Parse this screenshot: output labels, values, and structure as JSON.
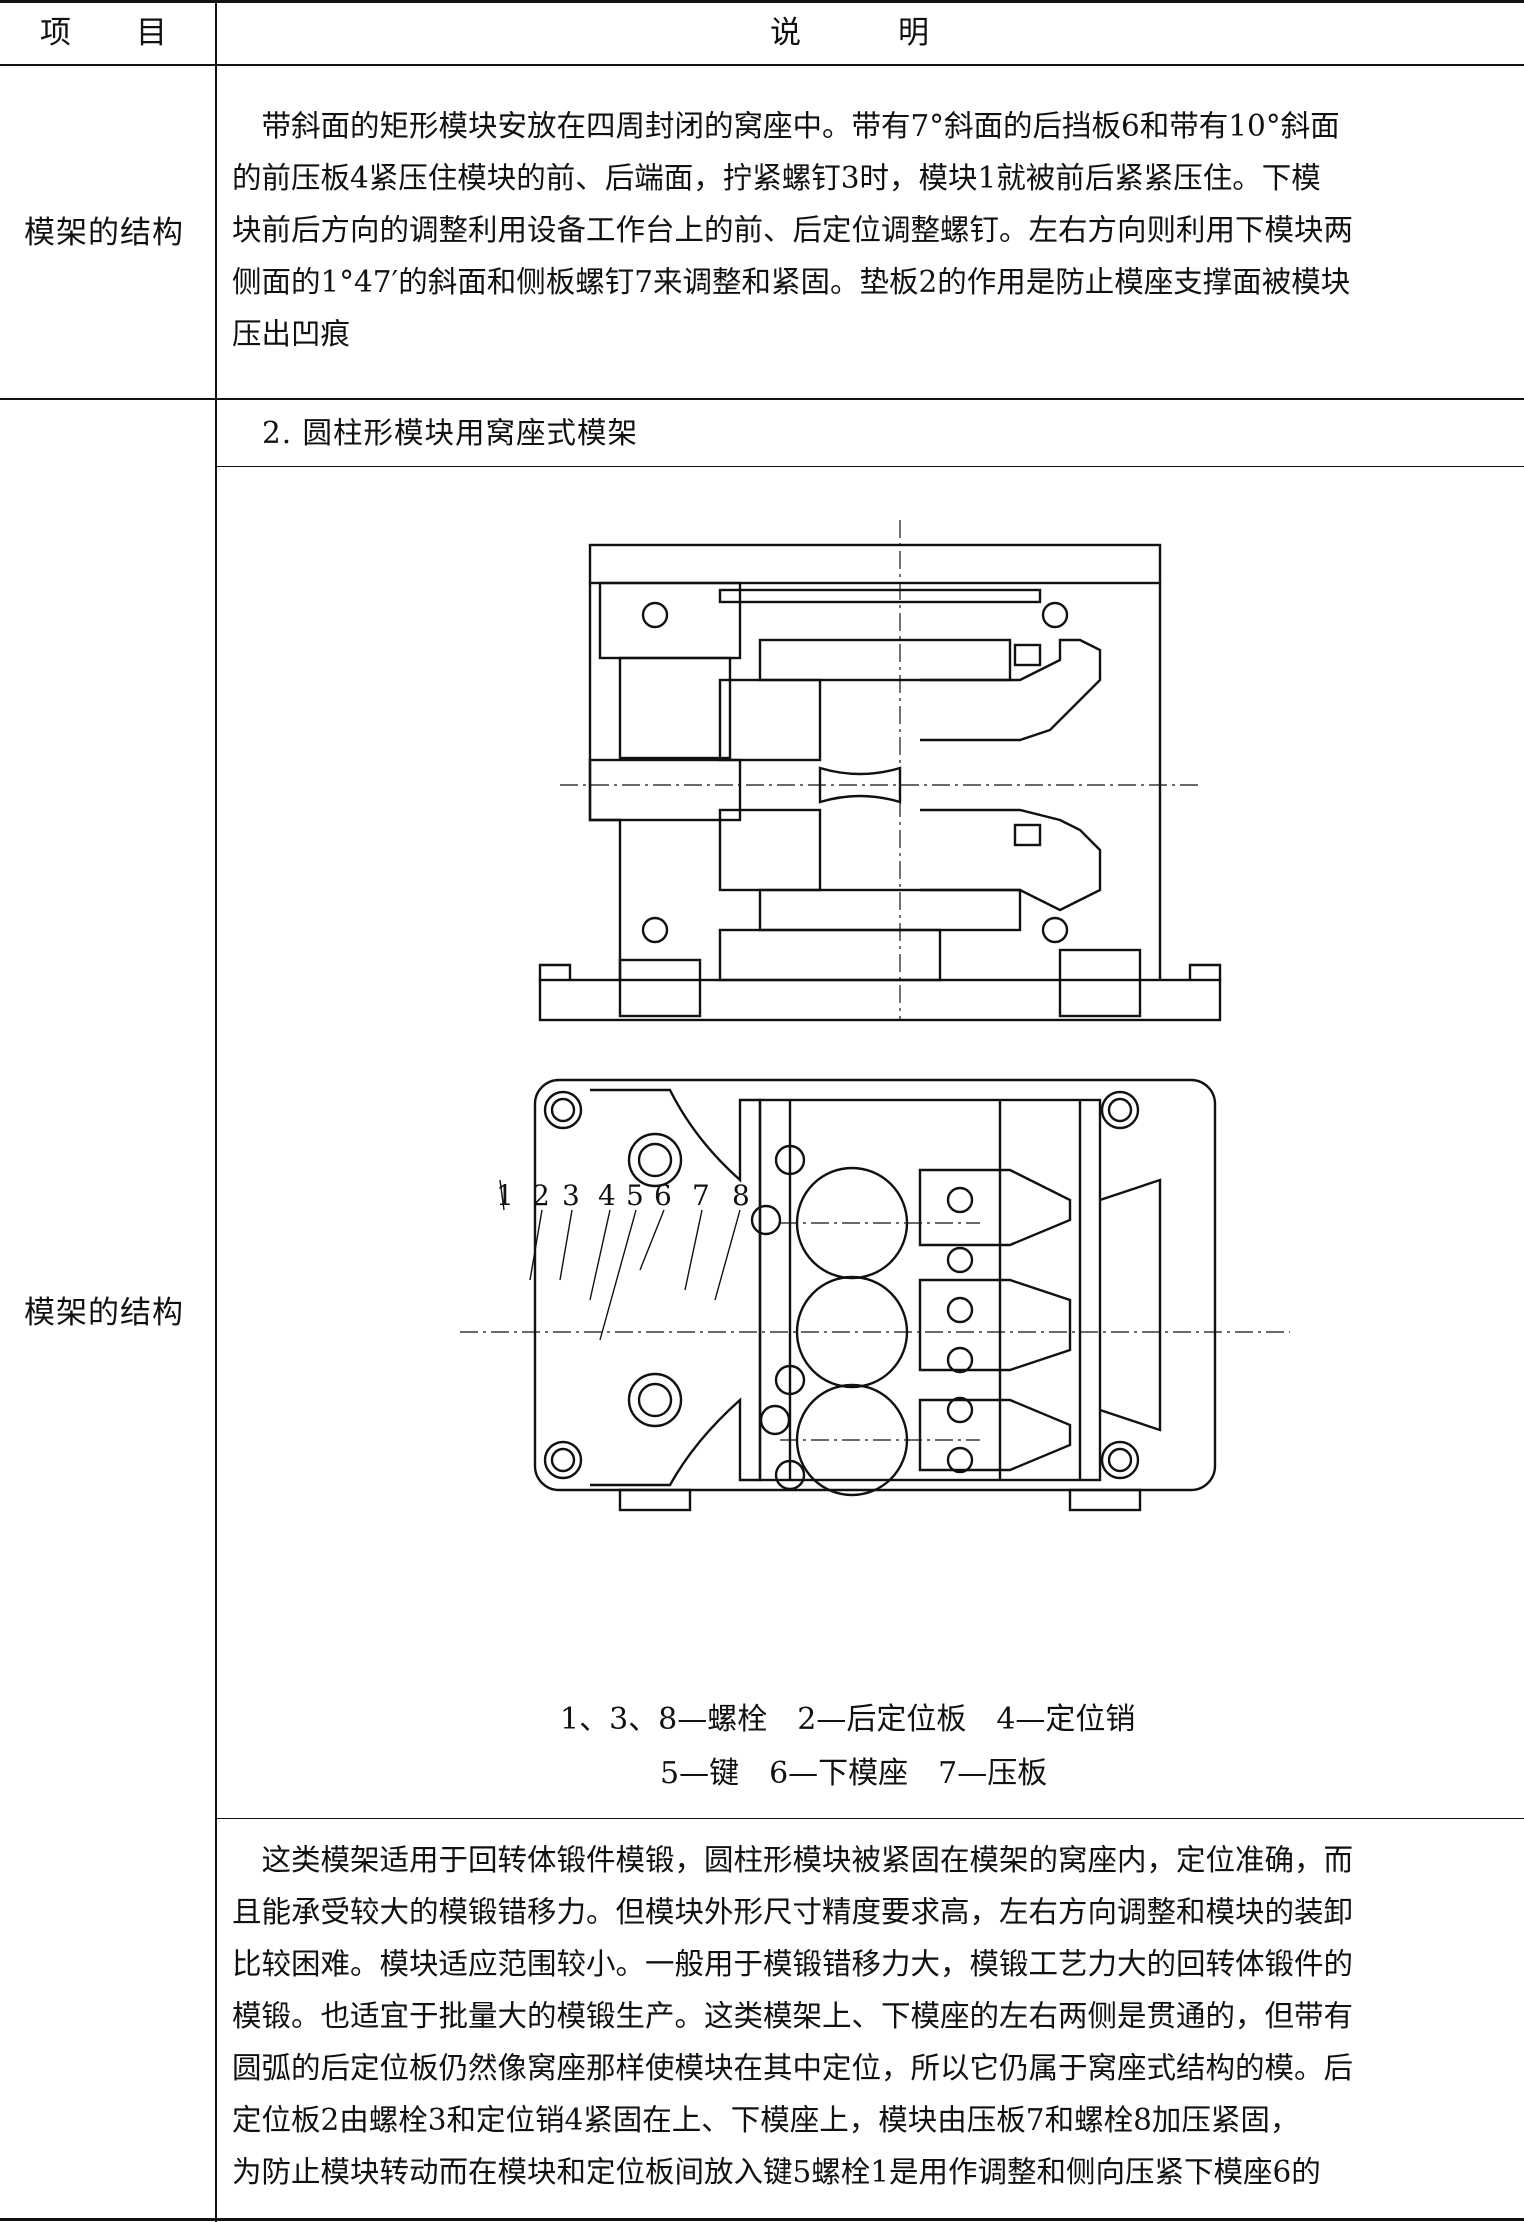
{
  "header": {
    "col1": "项　　目",
    "col2": "说　　　明"
  },
  "rows": [
    {
      "label": "模架的结构",
      "lines": [
        "　带斜面的矩形模块安放在四周封闭的窝座中。带有7°斜面的后挡板6和带有10°斜面",
        "的前压板4紧压住模块的前、后端面，拧紧螺钉3时，模块1就被前后紧紧压住。下模",
        "块前后方向的调整利用设备工作台上的前、后定位调整螺钉。左右方向则利用下模块两",
        "侧面的1°47′的斜面和侧板螺钉7来调整和紧固。垫板2的作用是防止模座支撑面被模块",
        "压出凹痕"
      ]
    },
    {
      "label": "模架的结构",
      "subtitle": "2. 圆柱形模块用窝座式模架",
      "figure": {
        "callouts": [
          "1",
          "2",
          "3",
          "4",
          "5",
          "6",
          "7",
          "8"
        ],
        "caption_line1": "1、3、8—螺栓　2—后定位板　4—定位销",
        "caption_line2": "5—键　6—下模座　7—压板"
      },
      "lines": [
        "　这类模架适用于回转体锻件模锻，圆柱形模块被紧固在模架的窝座内，定位准确，而",
        "且能承受较大的模锻错移力。但模块外形尺寸精度要求高，左右方向调整和模块的装卸",
        "比较困难。模块适应范围较小。一般用于模锻错移力大，模锻工艺力大的回转体锻件的",
        "模锻。也适宜于批量大的模锻生产。这类模架上、下模座的左右两侧是贯通的，但带有",
        "圆弧的后定位板仍然像窝座那样使模块在其中定位，所以它仍属于窝座式结构的模。后",
        "定位板2由螺栓3和定位销4紧固在上、下模座上，模块由压板7和螺栓8加压紧固，",
        "为防止模块转动而在模块和定位板间放入键5螺栓1是用作调整和侧向压紧下模座6的"
      ]
    }
  ]
}
